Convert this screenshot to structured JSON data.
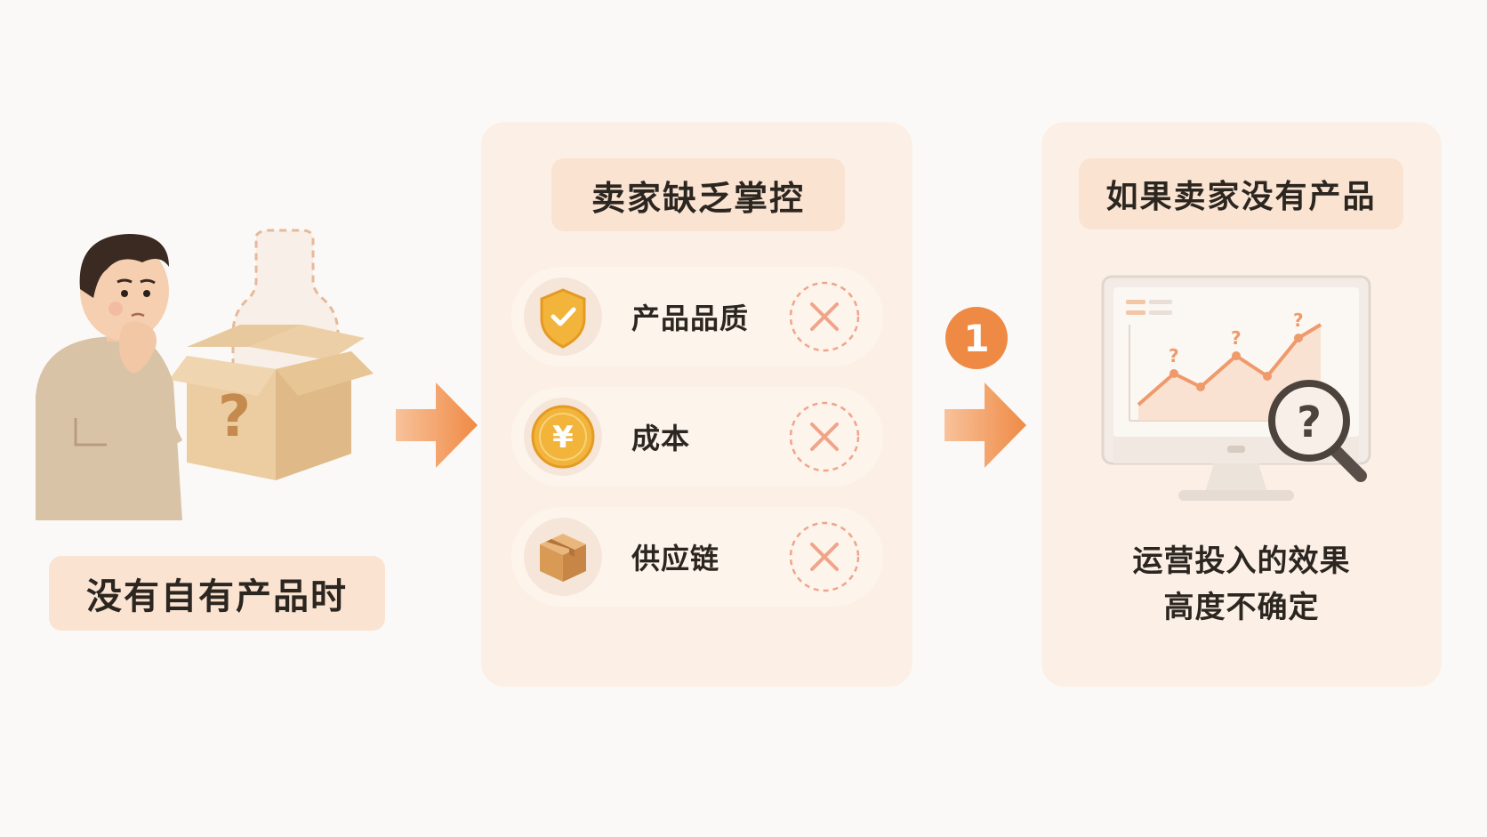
{
  "left": {
    "label": "没有自有产品时"
  },
  "middle": {
    "title": "卖家缺乏掌控",
    "rows": [
      {
        "label": "产品品质",
        "icon": "shield-check-icon",
        "status": "x-icon"
      },
      {
        "label": "成本",
        "icon": "yen-coin-icon",
        "status": "x-icon"
      },
      {
        "label": "供应链",
        "icon": "package-box-icon",
        "status": "x-icon"
      }
    ]
  },
  "badge": {
    "number": "1"
  },
  "right": {
    "title": "如果卖家没有产品",
    "desc_line1": "运营投入的效果",
    "desc_line2": "高度不确定"
  },
  "colors": {
    "accent": "#ef8a45",
    "pill": "#fbe3d2",
    "panel": "#fcefe5",
    "x_mark": "#f0a48a"
  }
}
